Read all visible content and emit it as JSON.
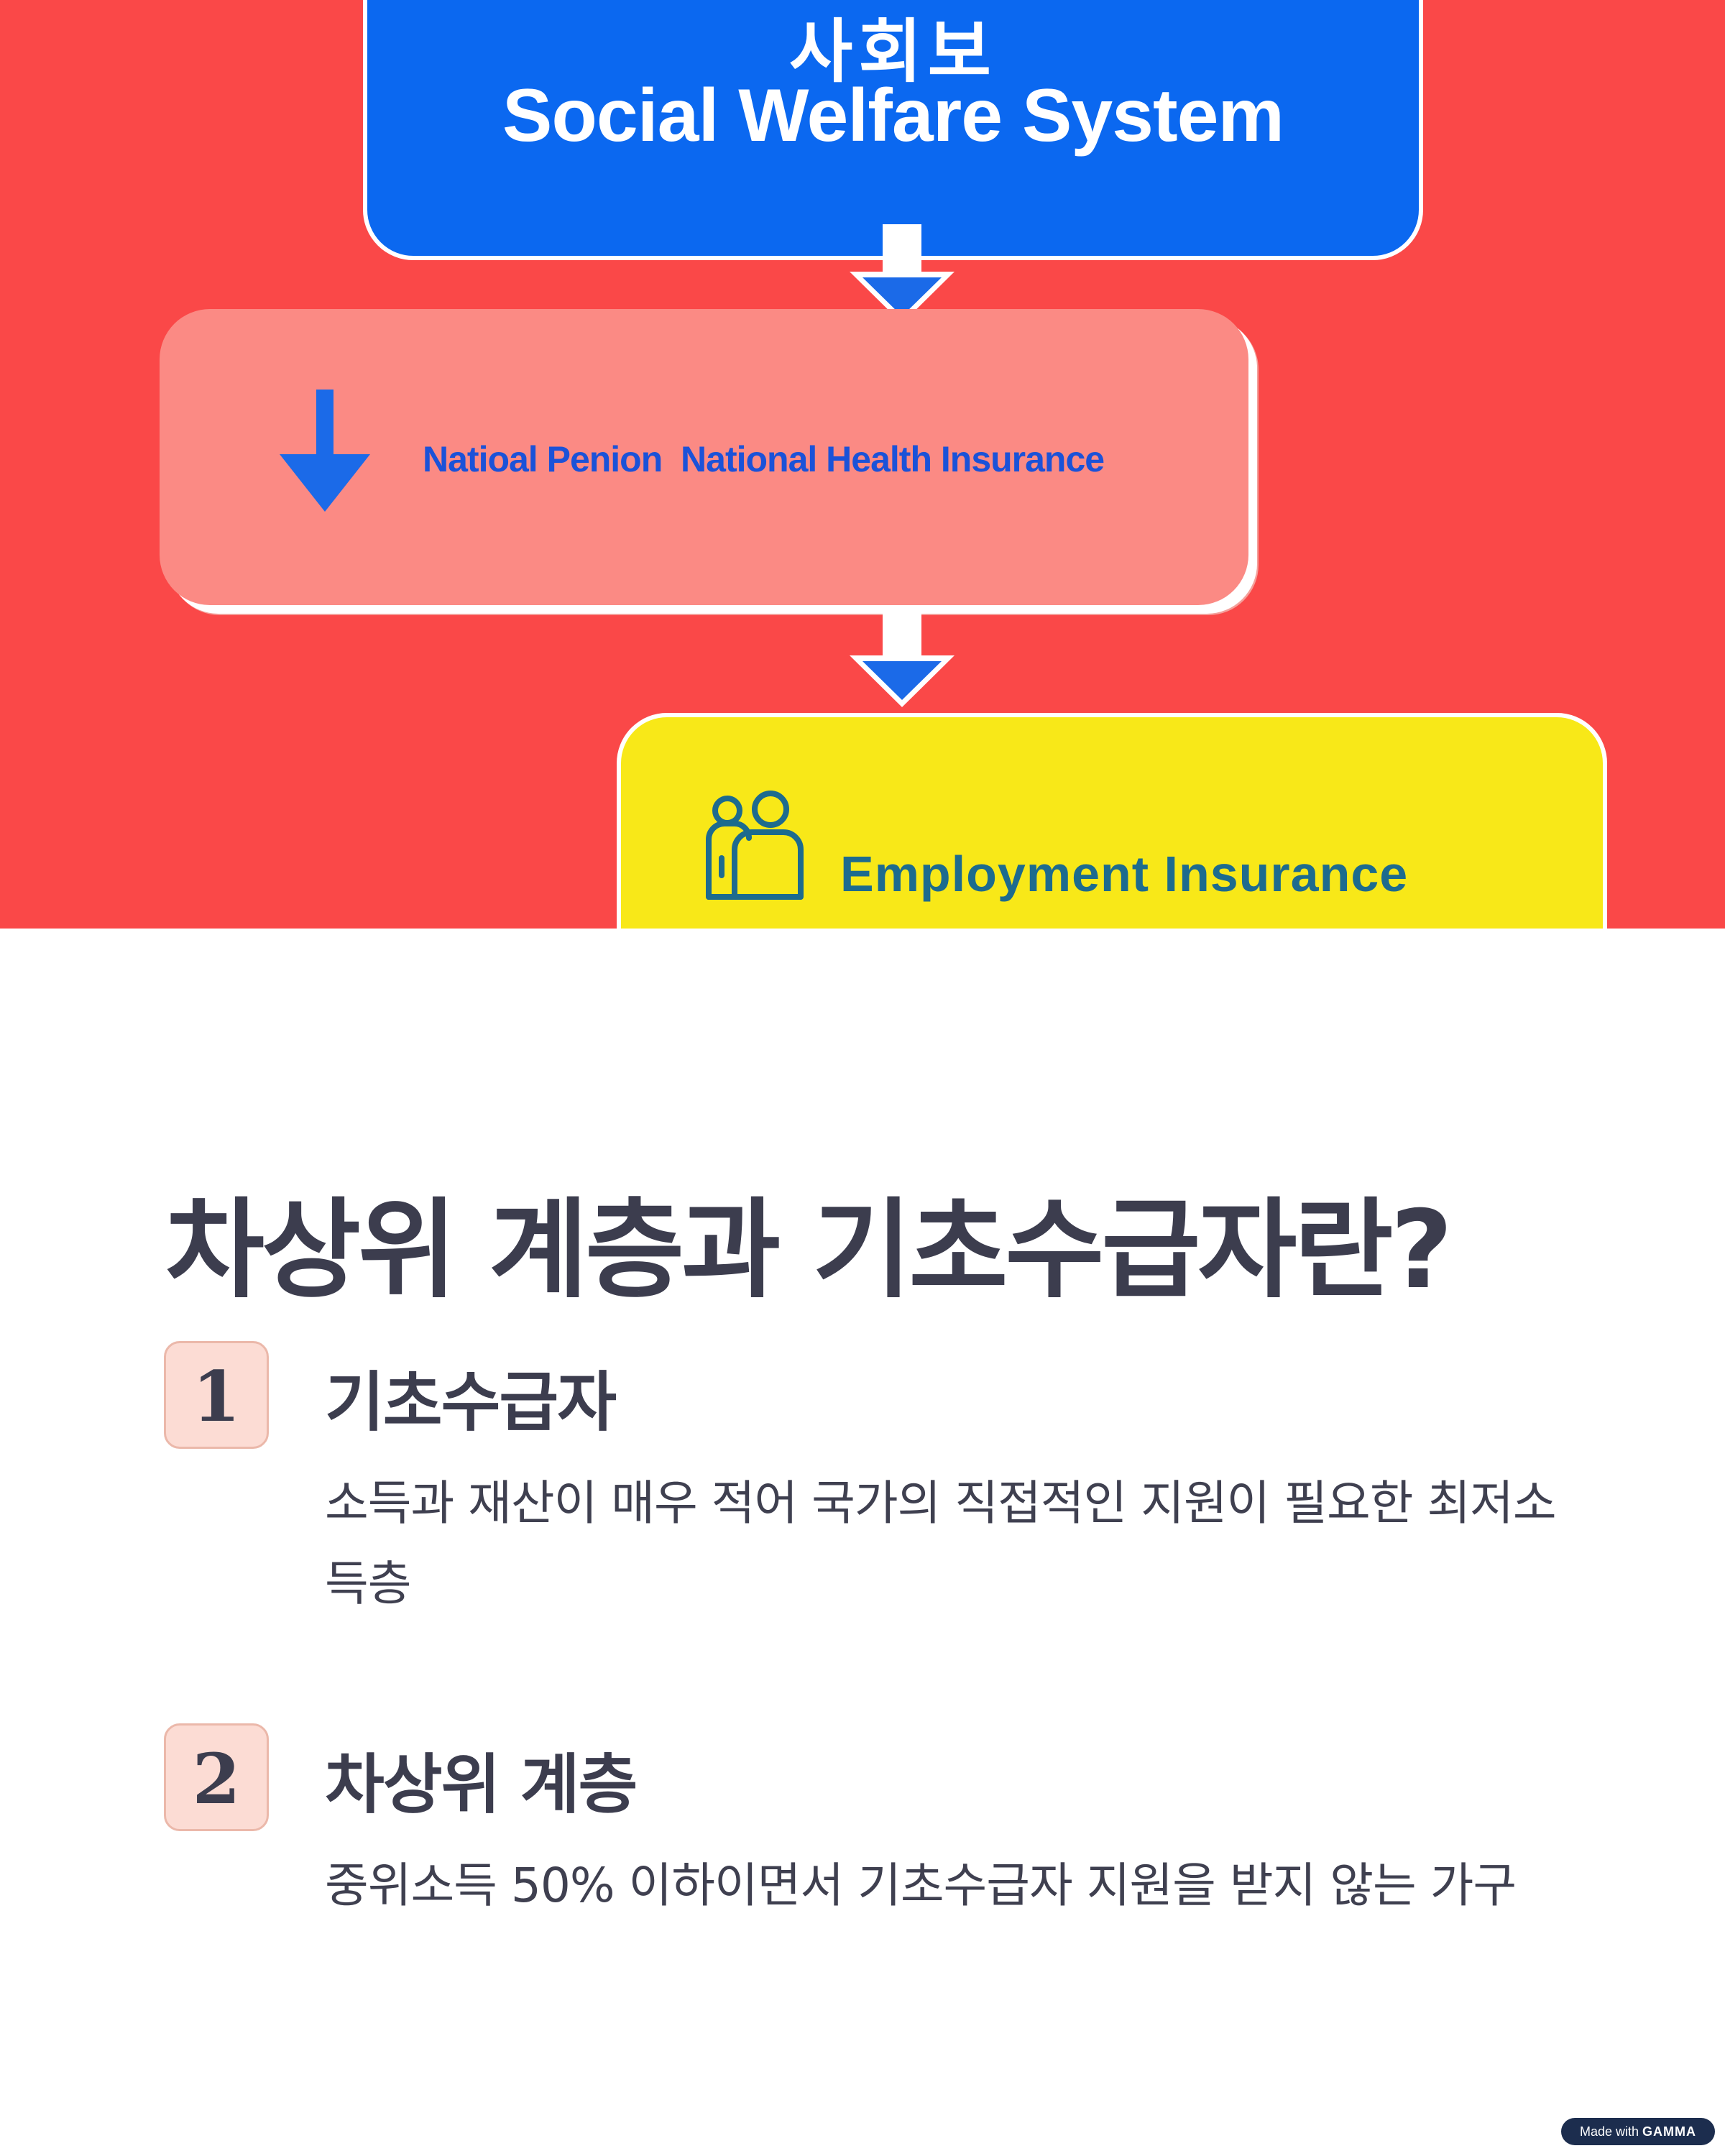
{
  "hero": {
    "title_korean": "사회보",
    "title_english": "Social Welfare System",
    "middle_box_text": "Natioal Penion  National Health Insurance",
    "bottom_box_text": "Employment Insurance",
    "icons": [
      "arrow-down-icon",
      "people-icon"
    ],
    "colors": {
      "background": "#fa4848",
      "blue_box": "#0b68f0",
      "pink_box": "#fb8a84",
      "yellow_box": "#f8e818",
      "arrow_blue": "#1b6ae8"
    }
  },
  "main": {
    "heading": "차상위 계층과 기초수급자란?",
    "items": [
      {
        "number": "1",
        "title": "기초수급자",
        "description": "소득과 재산이 매우 적어 국가의 직접적인 지원이 필요한 최저소득층"
      },
      {
        "number": "2",
        "title": "차상위 계층",
        "description": "중위소득 50% 이하이면서 기초수급자 지원을 받지 않는 가구"
      }
    ]
  },
  "footer": {
    "made_with_prefix": "Made with",
    "brand": "GAMMA"
  }
}
